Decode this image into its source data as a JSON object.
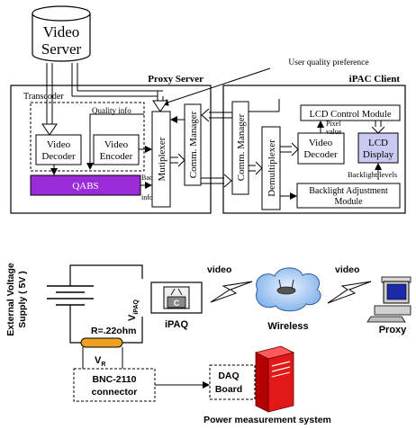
{
  "top": {
    "video_server": [
      "Video",
      "Server"
    ],
    "proxy_server": "Proxy Server",
    "ipac_client": "iPAC Client",
    "user_quality_preference": "User quality preference",
    "transcoder": "Transcoder",
    "quality_info": "Quality info",
    "video_decoder": [
      "Video",
      "Decoder"
    ],
    "video_encoder": [
      "Video",
      "Encoder"
    ],
    "qabs": "QABS",
    "backlight_info": [
      "Backlight",
      "info."
    ],
    "multiplexer": "Mutiplexer",
    "comm_manager_proxy": "Comm. Manager",
    "comm_manager_client": "Comm. Manager",
    "demultiplexer": "Demultiplexer",
    "client_video_decoder": [
      "Video",
      "Decoder"
    ],
    "pixel_value": [
      "Pixel",
      "value"
    ],
    "lcd_control_module": "LCD Control Module",
    "lcd_display": [
      "LCD",
      "Display"
    ],
    "backlight_levels": "Backlight levels",
    "backlight_adjustment": [
      "Backlight Adjustment",
      "Module"
    ]
  },
  "bottom": {
    "external_supply": [
      "External Voltage",
      "Supply ( 5V )"
    ],
    "v_ipaq": "V",
    "v_ipaq_sub": "iPAQ",
    "ipaq_screen_letter": "C",
    "ipaq": "iPAQ",
    "video_left": "video",
    "video_right": "video",
    "wireless": "Wireless",
    "proxy": "Proxy",
    "resistor": "R=.22ohm",
    "v_r": "V",
    "v_r_sub": "R",
    "bnc": [
      "BNC-2110",
      "connector"
    ],
    "daq": [
      "DAQ",
      "Board"
    ],
    "power_measurement": "Power measurement system"
  },
  "colors": {
    "qabs_fill": "#9a2bd6",
    "lcd_display_fill": "#c9c9f2",
    "server_red": "#e01818",
    "resistor_fill": "#f0a020",
    "cloud_fill": "#9fc3f0"
  }
}
